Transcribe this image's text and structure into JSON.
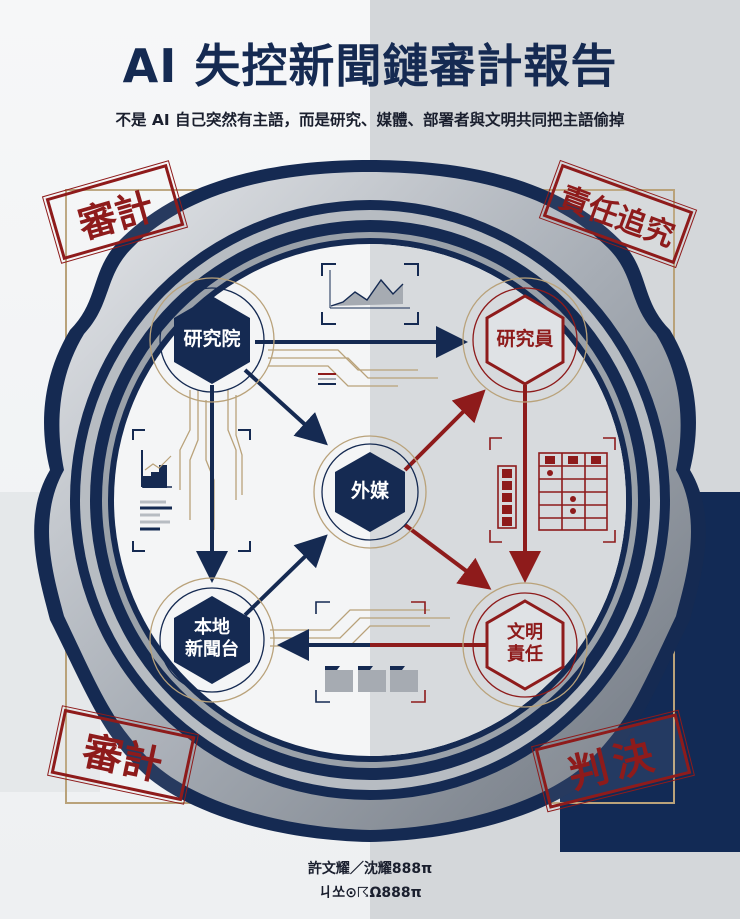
{
  "header": {
    "title": "AI 失控新聞鏈審計報告",
    "subtitle": "不是 AI 自己突然有主語，而是研究、媒體、部署者與文明共同把主語偷掉"
  },
  "stamps": {
    "top_left": "審計",
    "top_right": "責任追究",
    "bottom_left": "審計",
    "bottom_right": "判決"
  },
  "nodes": [
    {
      "id": "institute",
      "label": "研究院",
      "style": "navy"
    },
    {
      "id": "researcher",
      "label": "研究員",
      "style": "red"
    },
    {
      "id": "foreign_media",
      "label": "外媒",
      "style": "navy"
    },
    {
      "id": "local_news",
      "label_line1": "本地",
      "label_line2": "新聞台",
      "style": "navy"
    },
    {
      "id": "civilization",
      "label_line1": "文明",
      "label_line2": "責任",
      "style": "red"
    }
  ],
  "edges": [
    {
      "from": "研究院",
      "to": "研究員",
      "color": "navy"
    },
    {
      "from": "研究院",
      "to": "外媒",
      "color": "navy"
    },
    {
      "from": "研究院",
      "to": "本地新聞台",
      "color": "navy"
    },
    {
      "from": "本地新聞台",
      "to": "外媒",
      "color": "navy"
    },
    {
      "from": "外媒",
      "to": "研究員",
      "color": "red"
    },
    {
      "from": "外媒",
      "to": "文明責任",
      "color": "red"
    },
    {
      "from": "研究員",
      "to": "文明責任",
      "color": "red"
    },
    {
      "from": "文明責任",
      "to": "本地新聞台",
      "color": "red-navy"
    }
  ],
  "credits": {
    "line1": "許文耀／沈耀888π",
    "line2": "ㄐ쏘⊙☈Ω888π"
  },
  "colors": {
    "navy": "#152a52",
    "red": "#8e1b1b",
    "gold": "#b9a27a",
    "silver": "#a9afb6"
  }
}
